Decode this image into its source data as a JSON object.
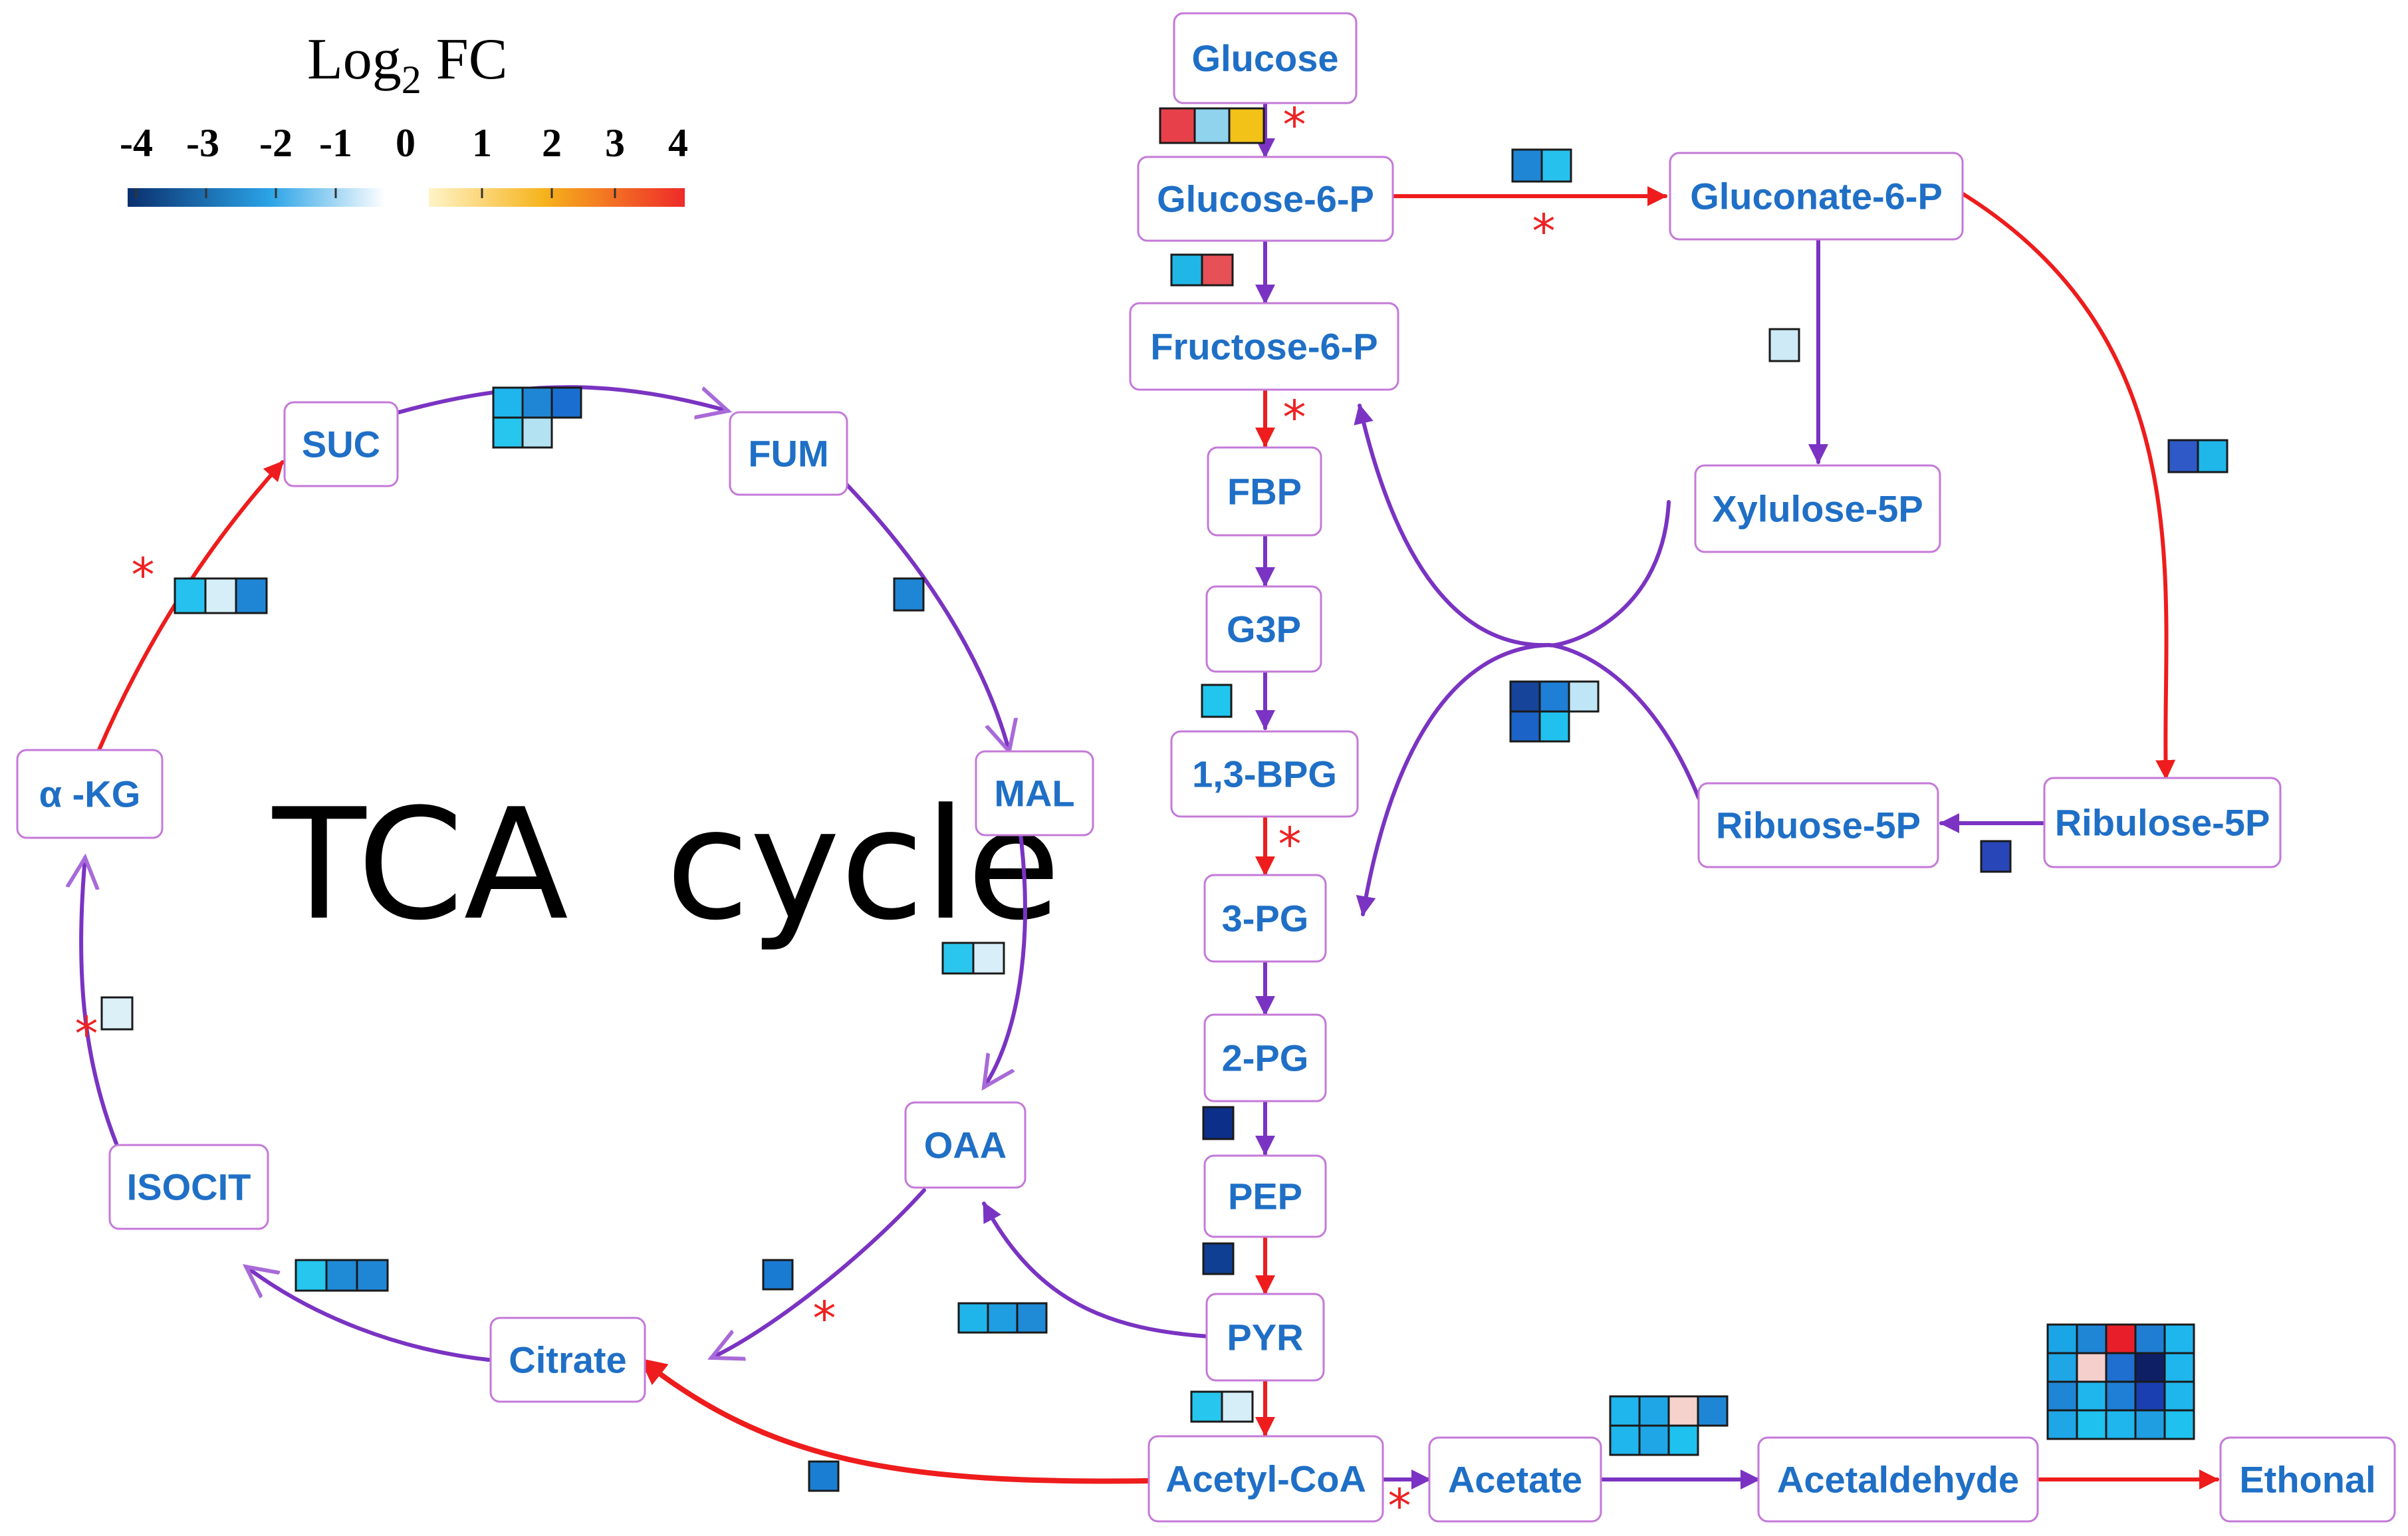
{
  "legend": {
    "title_main": "Log",
    "title_sub": "2",
    "title_tail": " FC",
    "ticks": [
      "-4",
      "-3",
      "-2",
      "-1",
      "0",
      "1",
      "2",
      "3",
      "4"
    ],
    "neg_color_start": "#0a2f6e",
    "neg_color_end": "#ffffff",
    "pos_color_start": "#fff4c8",
    "pos_color_end": "#ee2a2a"
  },
  "cycle_label": "TCA  cycle",
  "colors": {
    "purple_arrow": "#7a33c2",
    "red_arrow": "#ee1c1c",
    "node_border": "#c479d8",
    "node_text": "#1f6fc6",
    "star": "#ee2222"
  },
  "nodes": [
    {
      "id": "glucose",
      "label": "Glucose"
    },
    {
      "id": "g6p",
      "label": "Glucose-6-P"
    },
    {
      "id": "f6p",
      "label": "Fructose-6-P"
    },
    {
      "id": "fbp",
      "label": "FBP"
    },
    {
      "id": "g3p",
      "label": "G3P"
    },
    {
      "id": "bpg",
      "label": "1,3-BPG"
    },
    {
      "id": "pg3",
      "label": "3-PG"
    },
    {
      "id": "pg2",
      "label": "2-PG"
    },
    {
      "id": "pep",
      "label": "PEP"
    },
    {
      "id": "pyr",
      "label": "PYR"
    },
    {
      "id": "acoa",
      "label": "Acetyl-CoA"
    },
    {
      "id": "acetate",
      "label": "Acetate"
    },
    {
      "id": "acetaldehyde",
      "label": "Acetaldehyde"
    },
    {
      "id": "ethonal",
      "label": "Ethonal"
    },
    {
      "id": "gluconate",
      "label": "Gluconate-6-P"
    },
    {
      "id": "xylulose",
      "label": "Xylulose-5P"
    },
    {
      "id": "ribuloseR",
      "label": "Ribulose-5P"
    },
    {
      "id": "ribuloseL",
      "label": "Ribuose-5P"
    },
    {
      "id": "suc",
      "label": "SUC"
    },
    {
      "id": "fum",
      "label": "FUM"
    },
    {
      "id": "mal",
      "label": "MAL"
    },
    {
      "id": "oaa",
      "label": "OAA"
    },
    {
      "id": "citrate",
      "label": "Citrate"
    },
    {
      "id": "isocit",
      "label": "ISOCIT"
    },
    {
      "id": "akg",
      "label": "α -KG"
    }
  ],
  "edges": [
    {
      "from": "glucose",
      "to": "g6p",
      "color": "purple",
      "significant": true
    },
    {
      "from": "g6p",
      "to": "f6p",
      "color": "purple",
      "significant": false
    },
    {
      "from": "g6p",
      "to": "gluconate",
      "color": "red",
      "significant": true
    },
    {
      "from": "f6p",
      "to": "fbp",
      "color": "red",
      "significant": true
    },
    {
      "from": "fbp",
      "to": "g3p",
      "color": "purple",
      "significant": false
    },
    {
      "from": "g3p",
      "to": "bpg",
      "color": "purple",
      "significant": false
    },
    {
      "from": "bpg",
      "to": "pg3",
      "color": "red",
      "significant": true
    },
    {
      "from": "pg3",
      "to": "pg2",
      "color": "purple",
      "significant": false
    },
    {
      "from": "pg2",
      "to": "pep",
      "color": "purple",
      "significant": false
    },
    {
      "from": "pep",
      "to": "pyr",
      "color": "red",
      "significant": false
    },
    {
      "from": "pyr",
      "to": "acoa",
      "color": "red",
      "significant": false
    },
    {
      "from": "acoa",
      "to": "acetate",
      "color": "purple",
      "significant": true
    },
    {
      "from": "acetate",
      "to": "acetaldehyde",
      "color": "purple",
      "significant": false
    },
    {
      "from": "acetaldehyde",
      "to": "ethonal",
      "color": "red",
      "significant": false
    },
    {
      "from": "gluconate",
      "to": "xylulose",
      "color": "purple",
      "significant": false
    },
    {
      "from": "gluconate",
      "to": "ribuloseR",
      "color": "red",
      "significant": false
    },
    {
      "from": "ribuloseR",
      "to": "ribuloseL",
      "color": "purple",
      "significant": false
    },
    {
      "from": "xylulose",
      "to": "f6p",
      "color": "purple",
      "significant": false
    },
    {
      "from": "ribuloseL",
      "to": "pg3",
      "color": "purple",
      "significant": false
    },
    {
      "from": "pyr",
      "to": "oaa",
      "color": "purple",
      "significant": false
    },
    {
      "from": "acoa",
      "to": "citrate",
      "color": "red",
      "significant": false
    },
    {
      "from": "oaa",
      "to": "citrate",
      "color": "purple",
      "significant": true
    },
    {
      "from": "citrate",
      "to": "isocit",
      "color": "purple",
      "significant": false
    },
    {
      "from": "isocit",
      "to": "akg",
      "color": "purple",
      "significant": true
    },
    {
      "from": "akg",
      "to": "suc",
      "color": "red",
      "significant": true
    },
    {
      "from": "suc",
      "to": "fum",
      "color": "purple",
      "significant": false
    },
    {
      "from": "fum",
      "to": "mal",
      "color": "purple",
      "significant": false
    },
    {
      "from": "mal",
      "to": "oaa",
      "color": "purple",
      "significant": false
    }
  ],
  "heatmaps": [
    {
      "id": "hk",
      "cells": [
        [
          "#e8404a",
          "#8fd3ec",
          "#f2c218"
        ]
      ]
    },
    {
      "id": "pgi",
      "cells": [
        [
          "#20b7e6",
          "#e65057"
        ]
      ]
    },
    {
      "id": "g6pdh",
      "cells": [
        [
          "#1f86d6",
          "#27c1ee"
        ]
      ]
    },
    {
      "id": "gnd",
      "cells": [
        [
          "#cdeaf6"
        ]
      ]
    },
    {
      "id": "rpe",
      "cells": [
        [
          "#2f59c6",
          "#1fb6ea"
        ]
      ]
    },
    {
      "id": "rpi",
      "cells": [
        [
          "#2946b8"
        ]
      ]
    },
    {
      "id": "tkt",
      "cells": [
        [
          "#16449a",
          "#1f7ed6",
          "#bfe6f6"
        ],
        [
          "#1b63c6",
          "#20c1ee",
          null
        ]
      ]
    },
    {
      "id": "gapdh",
      "cells": [
        [
          "#20c6ee"
        ]
      ]
    },
    {
      "id": "eno",
      "cells": [
        [
          "#0c2f8a"
        ]
      ]
    },
    {
      "id": "pk",
      "cells": [
        [
          "#0f3f92"
        ]
      ]
    },
    {
      "id": "pdh",
      "cells": [
        [
          "#27c6ee",
          "#d6eef8"
        ]
      ]
    },
    {
      "id": "pyc",
      "cells": [
        [
          "#1fb4ea",
          "#1f9ee2",
          "#1f8ad6"
        ]
      ]
    },
    {
      "id": "cs",
      "cells": [
        [
          "#1a7bd2"
        ]
      ]
    },
    {
      "id": "acs",
      "cells": [
        [
          "#1a7fd2"
        ]
      ]
    },
    {
      "id": "ald",
      "cells": [
        [
          "#1fb6ee",
          "#1fa6e6",
          "#f6d2cc",
          "#1f86d6"
        ],
        [
          "#1fb6ee",
          "#1fa6e6",
          "#1fc1ee",
          null
        ]
      ]
    },
    {
      "id": "adh",
      "cells": [
        [
          "#1aa6e6",
          "#1f86d6",
          "#e81f2a",
          "#1f7ed2",
          "#1fb6ee"
        ],
        [
          "#1fa6e6",
          "#f4cfcc",
          "#1f6fd0",
          "#0f1f66",
          "#1fb6ee"
        ],
        [
          "#1f86d6",
          "#1fb6ee",
          "#1f7ed6",
          "#1a3fb0",
          "#1fb6ee"
        ],
        [
          "#1fa6e6",
          "#1fc1ee",
          "#1fb6ee",
          "#1f9ee2",
          "#1fc1ee"
        ]
      ]
    },
    {
      "id": "sdh",
      "cells": [
        [
          "#1fb6ee",
          "#1f86d6",
          "#1a6ed0"
        ],
        [
          "#26c6ee",
          "#b3e2f2",
          null
        ]
      ]
    },
    {
      "id": "fh",
      "cells": [
        [
          "#1f86d6"
        ]
      ]
    },
    {
      "id": "mdh",
      "cells": [
        [
          "#2bc6ee",
          "#d8eef8"
        ]
      ]
    },
    {
      "id": "kgdh",
      "cells": [
        [
          "#26c1ee",
          "#d6eef8",
          "#1f86d6"
        ]
      ]
    },
    {
      "id": "idh",
      "cells": [
        [
          "#dcf0f8"
        ]
      ]
    },
    {
      "id": "aco",
      "cells": [
        [
          "#26c6ee",
          "#1f8ad6",
          "#1f86d6"
        ]
      ]
    }
  ]
}
